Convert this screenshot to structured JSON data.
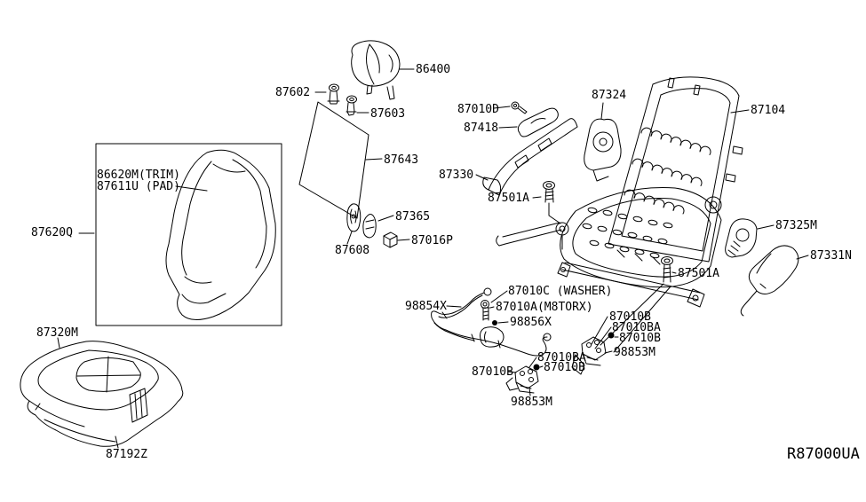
{
  "diagram": {
    "ref_code": "R87000UA",
    "background_color": "#ffffff",
    "line_color": "#000000",
    "part_labels": [
      {
        "text": "86400"
      },
      {
        "text": "87602"
      },
      {
        "text": "87603"
      },
      {
        "text": "87643"
      },
      {
        "text": "86620M(TRIM)"
      },
      {
        "text": "87611U (PAD)"
      },
      {
        "text": "87620Q"
      },
      {
        "text": "87365"
      },
      {
        "text": "87016P"
      },
      {
        "text": "87608"
      },
      {
        "text": "87320M"
      },
      {
        "text": "87192Z"
      },
      {
        "text": "87010D"
      },
      {
        "text": "87418"
      },
      {
        "text": "87324"
      },
      {
        "text": "87330"
      },
      {
        "text": "87104"
      },
      {
        "text": "87501A"
      },
      {
        "text": "87325M"
      },
      {
        "text": "87331N"
      },
      {
        "text": "87501A"
      },
      {
        "text": "87010C (WASHER)"
      },
      {
        "text": "87010A(M8TORX)"
      },
      {
        "text": "98854X"
      },
      {
        "text": "98856X"
      },
      {
        "text": "87010B"
      },
      {
        "text": "87010BA"
      },
      {
        "text": "87010B"
      },
      {
        "text": "98853M"
      },
      {
        "text": "87010BA"
      },
      {
        "text": "87010B"
      },
      {
        "text": "87010B"
      },
      {
        "text": "98853M"
      }
    ]
  }
}
